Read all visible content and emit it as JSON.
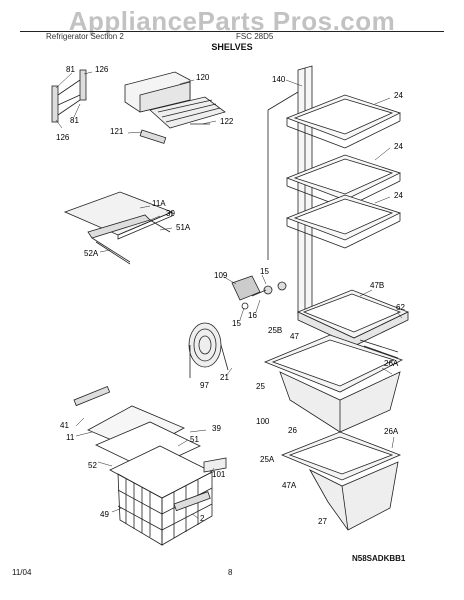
{
  "watermark": "ApplianceParts Pros.com",
  "header_fragments": [
    "Refrigerator Section 2",
    "FSC 28D5"
  ],
  "title": "SHELVES",
  "diagram_code": "N58SADKBB1",
  "footer": {
    "date": "11/04",
    "page": "8"
  },
  "callouts": [
    "81",
    "126",
    "81",
    "126",
    "120",
    "121",
    "122",
    "140",
    "24",
    "24",
    "24",
    "11A",
    "39",
    "51A",
    "52A",
    "109",
    "15",
    "15",
    "16",
    "47B",
    "62",
    "25B",
    "47",
    "26A",
    "25",
    "100",
    "26",
    "26A",
    "25A",
    "47A",
    "27",
    "97",
    "21",
    "41",
    "39",
    "11",
    "51",
    "52",
    "101",
    "49",
    "2"
  ]
}
